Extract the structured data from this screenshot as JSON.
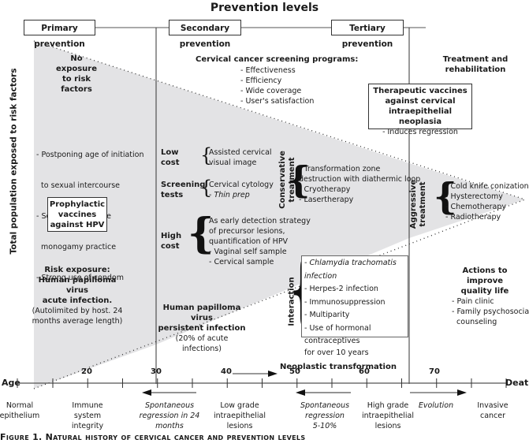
{
  "title": "Prevention levels",
  "levels": {
    "primary": "Primary prevention",
    "secondary": "Secondary prevention",
    "tertiary": "Tertiary prevention"
  },
  "y_axis_label": "Total population exposed to risk factors",
  "primary": {
    "no_exposure": [
      "No exposure",
      "to risk factors"
    ],
    "measures": [
      "- Postponing age of initiation",
      "  to sexual intercourse",
      "- Sexual intercourse",
      "  monogamy practice",
      "- Strong use of condom"
    ],
    "vaccine_box": [
      "Prophylactic",
      "vaccines",
      "against HPV"
    ],
    "risk_exposure_title": [
      "Risk exposure:",
      "Human papilloma virus",
      "acute infection."
    ],
    "risk_exposure_note": [
      "(Autolimited by host. 24",
      "months average length)"
    ]
  },
  "secondary": {
    "screening_title": "Cervical cancer screening programs:",
    "screening_items": [
      "- Effectiveness",
      "- Efficiency",
      "- Wide coverage",
      "- User's satisfaction"
    ],
    "low_cost_label": [
      "Low",
      "cost"
    ],
    "low_cost_items": [
      "Assisted cervical",
      "visual image"
    ],
    "screening_tests_label": [
      "Screening",
      "tests"
    ],
    "screening_tests_items": [
      "Cervical cytology",
      "-  Thin prep"
    ],
    "high_cost_label": [
      "High",
      "cost"
    ],
    "high_cost_items": [
      "As early detection strategy",
      "of precursor lesions,",
      "quantification of HPV",
      "-  Vaginal self sample",
      "-  Cervical sample"
    ],
    "conservative_label": [
      "Conservative",
      "treatment"
    ],
    "conservative_items": [
      "- Transformation zone",
      "destruction with diathermic loop",
      "- Cryotherapy",
      "- Lasertherapy"
    ],
    "persistent_title": [
      "Human papilloma virus",
      "persistent infection"
    ],
    "persistent_note": "(20% of acute infections)",
    "interaction_label": "Interaction",
    "interaction_items": [
      "- Chlamydia trachomatis infection",
      "- Herpes-2 infection",
      "- Immunosuppression",
      "- Multiparity",
      "- Use of hormonal contraceptives",
      "for over 10 years"
    ]
  },
  "tertiary": {
    "treatment_title": [
      "Treatment and",
      "rehabilitation"
    ],
    "therapeutic_box": [
      "Therapeutic vaccines",
      "against cervical",
      "intraepithelial neoplasia"
    ],
    "therapeutic_note": "- Induces regression",
    "aggressive_label": [
      "Aggressive",
      "treatment"
    ],
    "aggressive_items": [
      "- Cold knife conization",
      "- Hysterectomy",
      "- Chemotherapy",
      "- Radiotherapy"
    ],
    "quality_title": [
      "Actions to improve",
      "quality life"
    ],
    "quality_items": [
      "- Pain clinic",
      "- Family psychosocial",
      "  counseling"
    ]
  },
  "timeline": {
    "start_label": "Age",
    "end_label": "Death",
    "ticks": [
      "20",
      "30",
      "40",
      "50",
      "60",
      "70"
    ],
    "neoplastic": "Neoplastic transformation",
    "stages": {
      "normal": [
        "Normal",
        "epithelium"
      ],
      "immune": [
        "Immune",
        "system",
        "integrity"
      ],
      "regression24": [
        "Spontaneous",
        "regression in 24",
        "months"
      ],
      "low_grade": [
        "Low grade",
        "intraepithelial",
        "lesions"
      ],
      "regression510": [
        "Spontaneous",
        "regression",
        "5-10%"
      ],
      "high_grade": [
        "High grade",
        "intraepithelial",
        "lesions"
      ],
      "evolution": [
        "Evolution"
      ],
      "invasive": [
        "Invasive",
        "cancer"
      ]
    }
  },
  "caption": "Figure 1. Natural history of cervical cancer and prevention levels"
}
